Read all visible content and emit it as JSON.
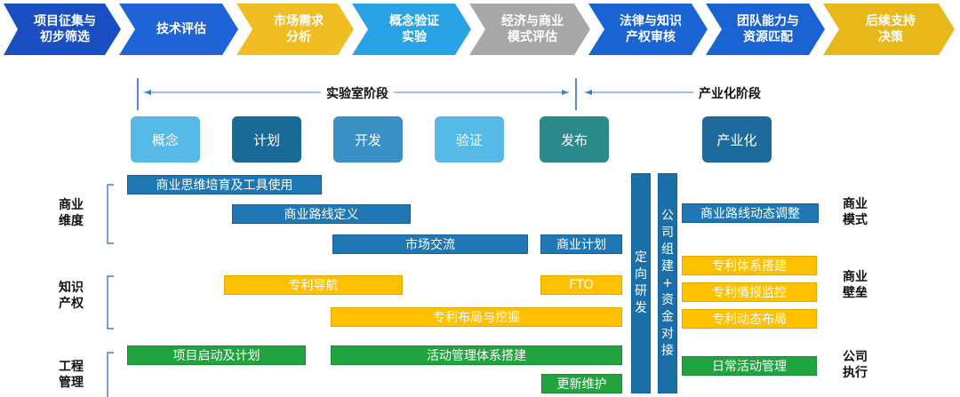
{
  "chevrons": [
    {
      "label": "项目征集与\n初步筛选",
      "color": "#1a4fc4"
    },
    {
      "label": "技术评估",
      "color": "#1f63d6"
    },
    {
      "label": "市场需求\n分析",
      "color": "#f0bd22"
    },
    {
      "label": "概念验证\n实验",
      "color": "#29a3e6"
    },
    {
      "label": "经济与商业\n模式评估",
      "color": "#a8a8a8"
    },
    {
      "label": "法律与知识\n产权审核",
      "color": "#1a63d2"
    },
    {
      "label": "团队能力与\n资源匹配",
      "color": "#1a63d2"
    },
    {
      "label": "后续支持\n决策",
      "color": "#e8b81a"
    }
  ],
  "phases": {
    "lab": "实验室阶段",
    "industrial": "产业化阶段"
  },
  "stages": [
    {
      "label": "概念",
      "color": "#56b9e6"
    },
    {
      "label": "计划",
      "color": "#1a6a98"
    },
    {
      "label": "开发",
      "color": "#3a8fc4"
    },
    {
      "label": "验证",
      "color": "#56b9e6"
    },
    {
      "label": "发布",
      "color": "#2a8a8c"
    },
    {
      "label": "产业化",
      "color": "#1d6a9c"
    }
  ],
  "dimensions": {
    "business": "商业\n维度",
    "ip": "知识\n产权",
    "engineering": "工程\n管理"
  },
  "bars": {
    "biz_thinking": "商业思维培育及工具使用",
    "biz_route": "商业路线定义",
    "market": "市场交流",
    "biz_plan": "商业计划",
    "patent_nav": "专利导航",
    "fto": "FTO",
    "patent_layout": "专利布局与挖掘",
    "project_start": "项目启动及计划",
    "activity_system": "活动管理体系搭建",
    "update_maint": "更新维护",
    "biz_route_adjust": "商业路线动态调整",
    "patent_system": "专利体系搭建",
    "patent_intel": "专利情报监控",
    "patent_dynamic": "专利动态布局",
    "daily_activity": "日常活动管理"
  },
  "vertical": {
    "directed_rd": "定\n向\n研\n发",
    "company": "公\n司\n组\n建\n+\n资\n金\n对\n接"
  },
  "right_labels": {
    "biz_model": "商业\n模式",
    "biz_barrier": "商业\n壁垒",
    "company_exec": "公司\n执行"
  }
}
